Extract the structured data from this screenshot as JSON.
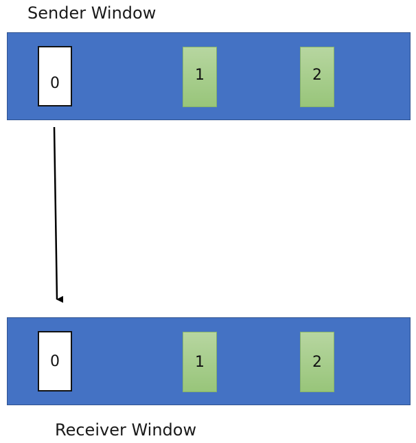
{
  "sender": {
    "title": "Sender Window",
    "slots": [
      {
        "label": "0",
        "style": "white"
      },
      {
        "label": "1",
        "style": "green"
      },
      {
        "label": "2",
        "style": "green"
      }
    ]
  },
  "receiver": {
    "title": "Receiver Window",
    "slots": [
      {
        "label": "0",
        "style": "white"
      },
      {
        "label": "1",
        "style": "green"
      },
      {
        "label": "2",
        "style": "green"
      }
    ]
  },
  "colors": {
    "band": "#4472c4",
    "band_border": "#2f528f",
    "slot_white": "#ffffff",
    "slot_green": "#a9d18e",
    "arrow": "#000000"
  }
}
